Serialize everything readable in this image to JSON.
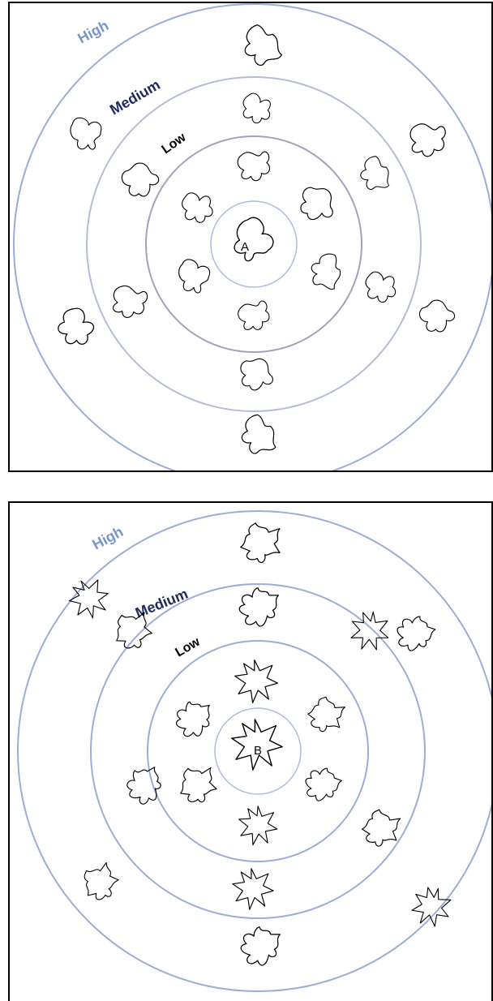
{
  "panel_a": {
    "center_label": "A",
    "rings": [
      {
        "label": "High",
        "color": "#7a95cc"
      },
      {
        "label": "Medium",
        "color": "#1f2a5e"
      },
      {
        "label": "Low",
        "color": "#000000"
      }
    ]
  },
  "panel_b": {
    "center_label": "B",
    "rings": [
      {
        "label": "High",
        "color": "#7a95cc"
      },
      {
        "label": "Medium",
        "color": "#1f2a5e"
      },
      {
        "label": "Low",
        "color": "#000000"
      }
    ]
  },
  "colors": {
    "ring_outer": "#9aaed6",
    "ring_middle": "#b4bdd8",
    "ring_inner": "#9ea4ba",
    "ring_center": "#a9bddf"
  }
}
